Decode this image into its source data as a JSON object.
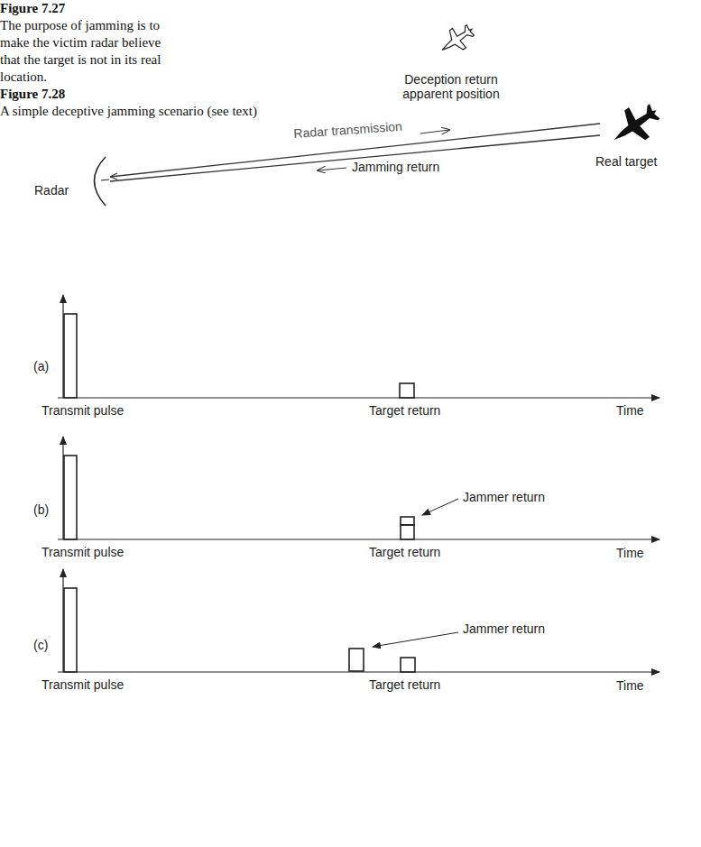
{
  "diagram": {
    "labels": [
      "Deception return apparent position",
      "Radar transmission",
      "Jamming return",
      "Real target",
      "Radar",
      "Figure 7.27",
      "The purpose of jamming is to make the victim radar believe that the target is not in its real location.",
      "(a)",
      "Transmit pulse",
      "Target return",
      "Time",
      "(b)",
      "Transmit pulse",
      "Target return",
      "Time",
      "Jammer return",
      "(c)",
      "Transmit pulse",
      "Target return",
      "Time",
      "Jammer return",
      "Figure 7.28",
      "A simple deceptive jamming scenario (see text)"
    ]
  }
}
